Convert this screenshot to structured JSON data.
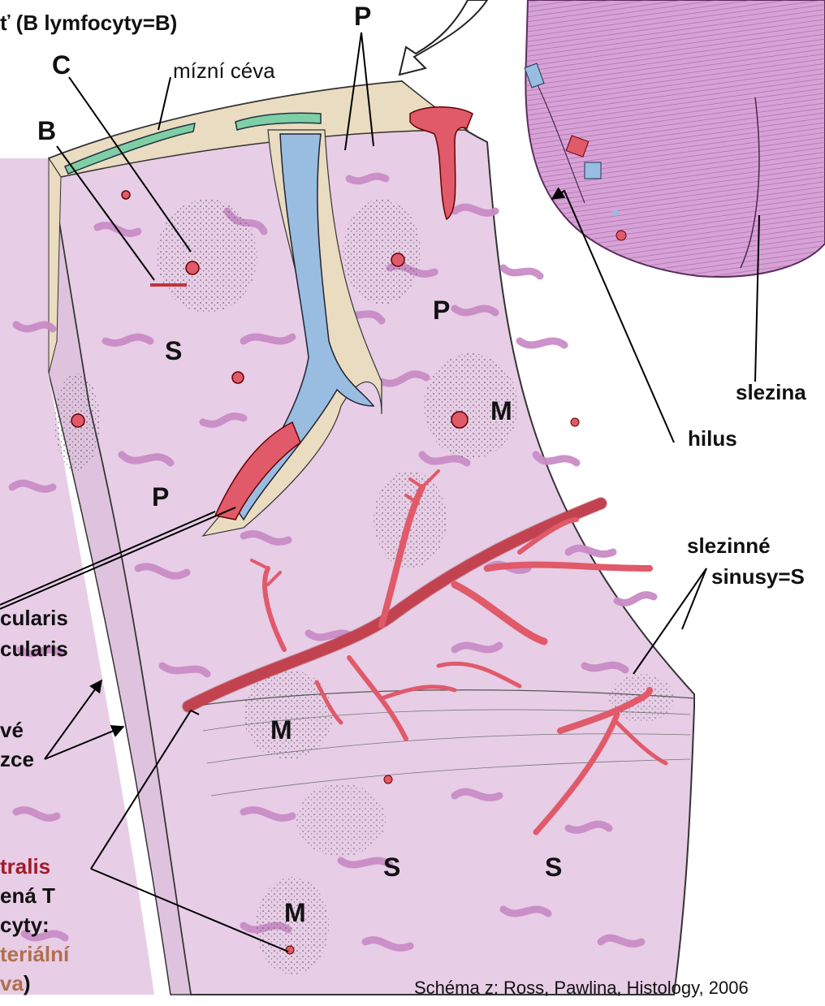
{
  "labels": {
    "top_left_caption": "ť (B lymfocyty=B)",
    "C": "C",
    "B": "B",
    "mizni_ceva": "mízní céva",
    "P_top": "P",
    "P_mid": "P",
    "P_left": "P",
    "S_upper": "S",
    "S_bottom_left": "S",
    "S_bottom_right": "S",
    "M_mid": "M",
    "M_lower": "M",
    "M_bottom": "M",
    "slezina": "slezina",
    "hilus": "hilus",
    "slezinne": "slezinné",
    "sinusy": "sinusy=S",
    "cularis_1": "cularis",
    "cularis_2": "cularis",
    "ve": "vé",
    "zce": "zce",
    "tralis": "tralis",
    "ena_t": "ená T",
    "cyty": "cyty:",
    "terialni": "teriální",
    "va_red": "va",
    "va_paren": ")",
    "source": "Schéma z: Ross, Pawlina, Histology, 2006"
  },
  "colors": {
    "tissue": "#e7cde6",
    "cords": "#c98cc6",
    "capsule": "#e9dcc0",
    "artery": "#e05a6a",
    "vein": "#98bde0",
    "lymph": "#7fcfa6",
    "spleen": "#d8a2d8",
    "label_red": "#a01c2a",
    "label_brown": "#b0704e"
  }
}
